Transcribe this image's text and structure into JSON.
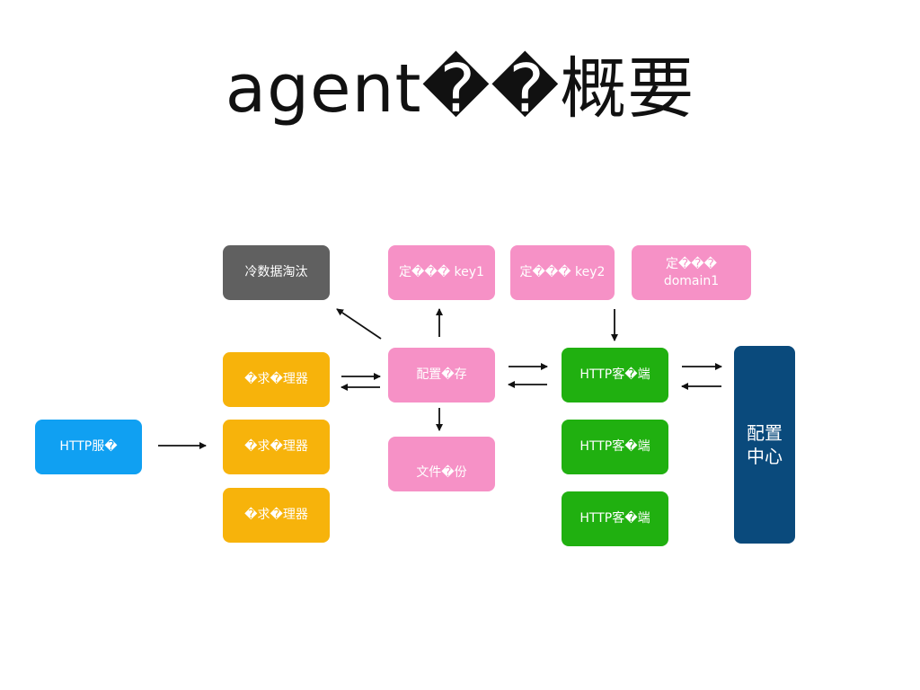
{
  "title": "agent��概要",
  "nodes": {
    "cold_eviction": "冷数据淘汰",
    "custom_key1": "定��� key1",
    "custom_key2": "定��� key2",
    "custom_domain1": "定���\ndomain1",
    "request_handler_1": "�求�理器",
    "request_handler_2": "�求�理器",
    "request_handler_3": "�求�理器",
    "config_cache": "配置�存",
    "file_backup": "文件�份",
    "http_client_1": "HTTP客�端",
    "http_client_2": "HTTP客�端",
    "http_client_3": "HTTP客�端",
    "http_server": "HTTP服�",
    "config_center": "配置\n中心"
  },
  "colors": {
    "gray": "#606060",
    "pink": "#f691c6",
    "orange": "#f7b30b",
    "green": "#20b010",
    "blue": "#10a0f2",
    "navy": "#0a4a7c"
  }
}
